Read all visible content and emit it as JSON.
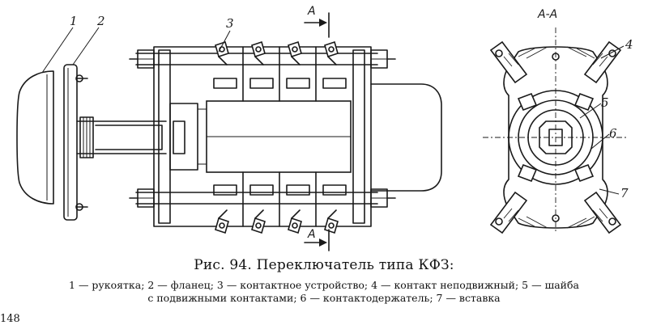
{
  "figure": {
    "caption": "Рис. 94. Переключатель типа КФЗ:",
    "legend_line1": "1 — рукоятка; 2 — фланец; 3 — контактное устройство; 4 — контакт неподвижный; 5 — шайба",
    "legend_line2": "с подвижными контактами; 6 — контактодержатель; 7 — вставка",
    "page_number": "148"
  },
  "labels": {
    "callouts": [
      "1",
      "2",
      "3",
      "4",
      "5",
      "6",
      "7"
    ],
    "section_mark": "А",
    "section_title": "А-А"
  }
}
